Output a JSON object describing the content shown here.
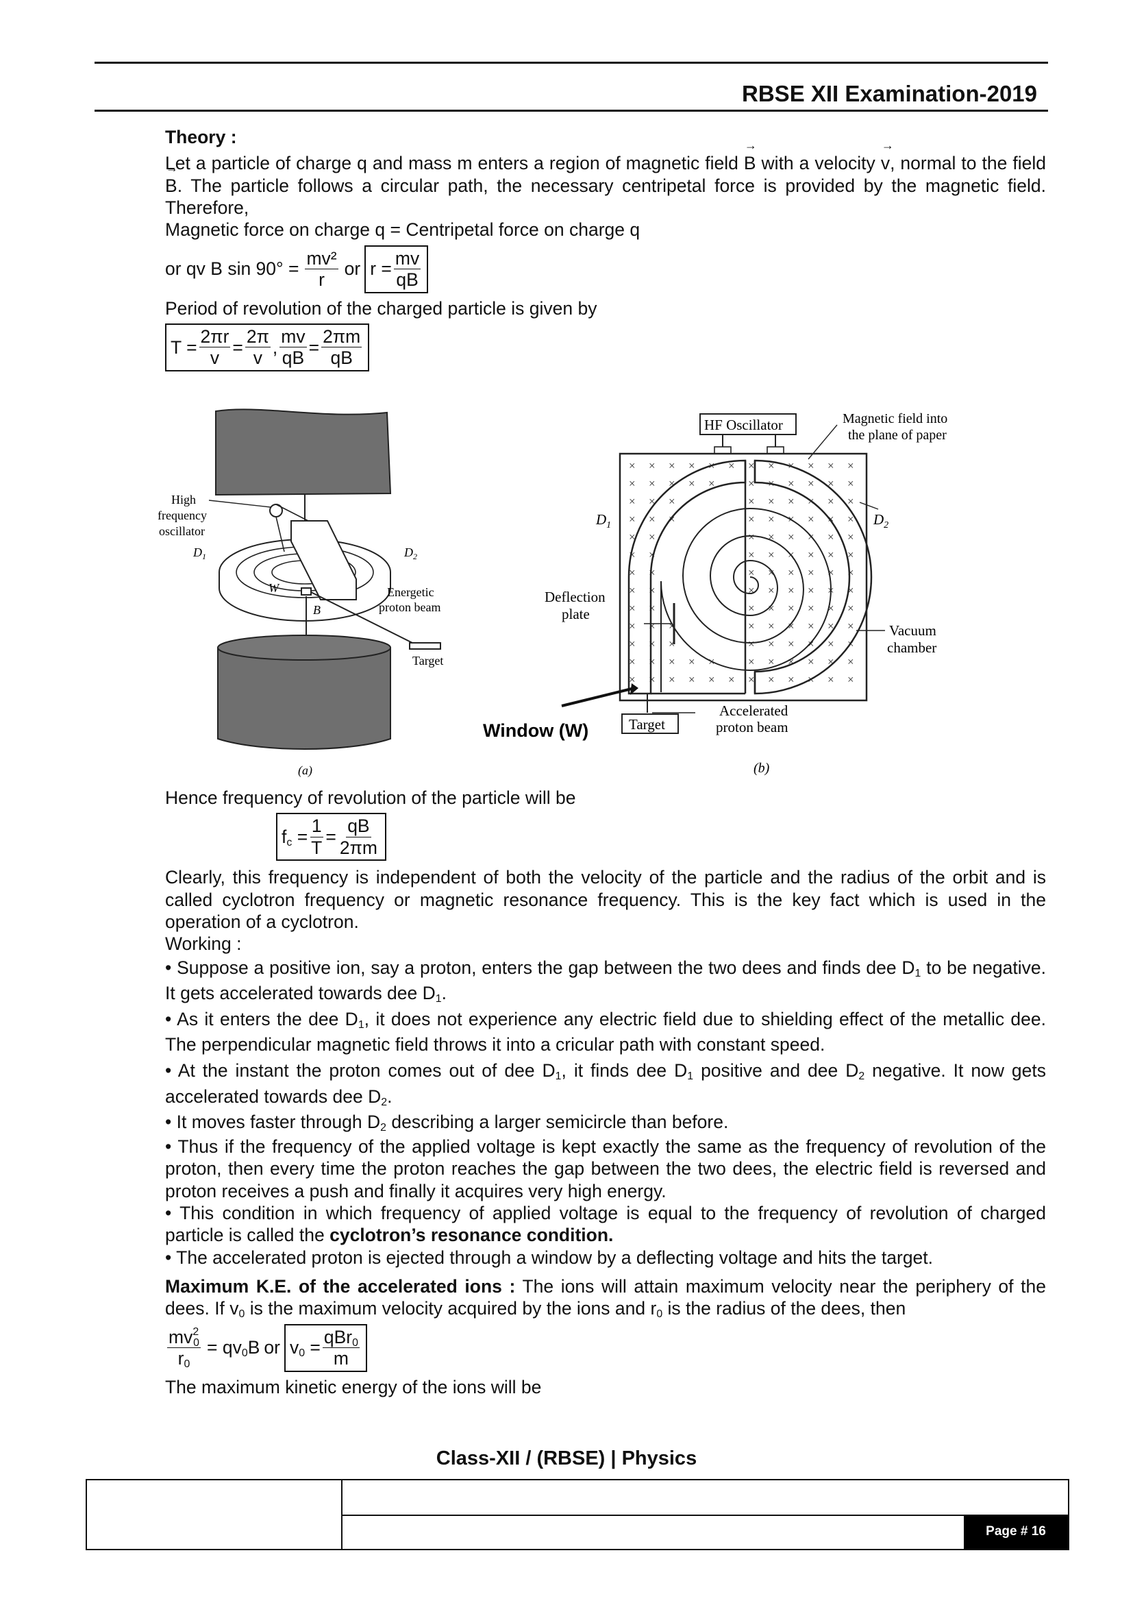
{
  "header": {
    "title": "RBSE XII Examination-2019"
  },
  "theory": {
    "heading": "Theory :",
    "intro_a": "Let a particle of charge q and mass m enters a region of magnetic field",
    "sym_B": "B",
    "intro_b": "with a velocity",
    "sym_v": "v",
    "intro_c": ", normal to the field",
    "intro_d": ". The particle follows a circular path, the necessary centripetal force is provided by the magnetic field. Therefore,",
    "force_line": "Magnetic force on charge q = Centripetal force on charge q",
    "eq1_lhs": "or qv B sin 90° =",
    "eq1_num": "mv²",
    "eq1_den": "r",
    "eq1_or": "or",
    "eq1_r": "r =",
    "eq1_box_num": "mv",
    "eq1_box_den": "qB",
    "period_line": "Period of revolution of the charged particle is given by",
    "T_label": "T =",
    "T_f1_num": "2πr",
    "T_f1_den": "v",
    "eq": "=",
    "T_f2_num": "2π",
    "T_f2_den": "v",
    "comma": ",",
    "T_f3_num": "mv",
    "T_f3_den": "qB",
    "T_f4_num": "2πm",
    "T_f4_den": "qB"
  },
  "figure_a": {
    "high": "High",
    "frequency": "frequency",
    "oscillator": "oscillator",
    "d1": "D",
    "d2": "D",
    "sub1": "1",
    "sub2": "2",
    "w": "W",
    "b": "B",
    "energetic": "Energetic",
    "proton_beam": "proton beam",
    "target": "Target",
    "caption": "(a)"
  },
  "figure_b": {
    "hf_oscillator": "HF Oscillator",
    "mag_field_1": "Magnetic field into",
    "mag_field_2": "the plane of paper",
    "d1": "D",
    "d2": "D",
    "sub1": "1",
    "sub2": "2",
    "deflection": "Deflection",
    "plate": "plate",
    "vacuum": "Vacuum",
    "chamber": "chamber",
    "window": "Window (W)",
    "accelerated": "Accelerated",
    "proton_beam": "proton beam",
    "target": "Target",
    "caption": "(b)"
  },
  "frequency": {
    "intro": "Hence frequency of revolution of the particle will be",
    "fc": "f",
    "fc_sub": "c",
    "f1_num": "1",
    "f1_den": "T",
    "f2_num": "qB",
    "f2_den": "2πm",
    "para": "Clearly, this frequency is independent of both the velocity of the particle and the radius of the orbit and is called cyclotron frequency or magnetic resonance frequency. This is the key fact which is used in the operation of a cyclotron."
  },
  "working": {
    "heading": "Working :",
    "b1_a": "• Suppose a positive ion, say a proton, enters the gap between the two dees and finds dee D",
    "b1_b": " to be negative. It gets accelerated towards dee D",
    "b2_a": "• As it enters the dee D",
    "b2_b": ", it does not experience any electric field due to shielding effect of the metallic dee. The perpendicular magnetic field throws it into a cricular path with constant speed.",
    "b3_a": "• At the instant the proton comes out of dee D",
    "b3_b": ", it finds dee D",
    "b3_c": " positive and dee D",
    "b3_d": " negative. It now gets accelerated towards dee D",
    "b4_a": "• It moves faster through D",
    "b4_b": " describing a larger semicircle than before.",
    "b5": "• Thus if the frequency of the applied voltage is kept exactly the same as the frequency of revolution of the proton, then every time the proton reaches the gap between the two dees, the electric field is reversed and proton receives a push and finally it acquires very high energy.",
    "b6_a": "• This condition in which frequency of applied voltage is equal to the frequency of revolution of charged particle  is called the ",
    "b6_bold": "cyclotron’s resonance condition.",
    "b7": "• The accelerated proton is ejected through a window by a deflecting voltage and hits the target.",
    "sub1": "1",
    "sub2": "2",
    "dot": ".",
    "comma": ","
  },
  "max_ke": {
    "heading": "Maximum K.E. of the accelerated ions :",
    "text_a": " The ions will attain maximum velocity near the periphery of the dees. If v",
    "text_b": " is the maximum velocity acquired by the ions and r",
    "text_c": " is the radius of the dees, then",
    "sub0": "0",
    "eq_num": "mv",
    "eq_den": "r",
    "eq_mid": "= qv",
    "eq_B": "B",
    "or": "or",
    "v0": "v",
    "v0_eq": " =",
    "box_num": "qBr",
    "box_den": "m",
    "two": "2",
    "last": "The maximum kinetic energy of the ions will be"
  },
  "footer": {
    "class": "Class-XII / (RBSE) | Physics",
    "page": "Page # 16"
  }
}
